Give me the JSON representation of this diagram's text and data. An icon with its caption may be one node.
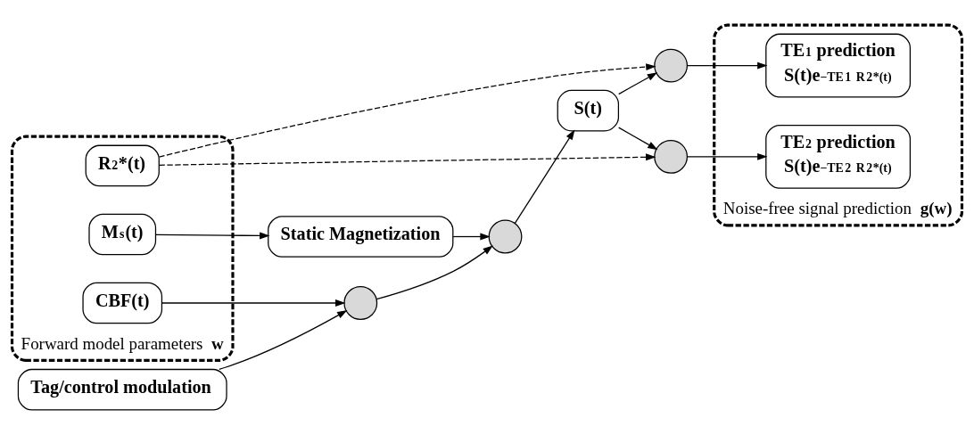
{
  "diagram": {
    "nodes": [
      {
        "text": [
          "Forward model parameters **w**"
        ]
      },
      {
        "text": [
          "R$_{2}$*(t)"
        ],
        "in": 0
      },
      {
        "text": [
          "M$_{s}$(t)"
        ],
        "in": 0
      },
      {
        "text": [
          "CBF(t)"
        ],
        "in": 0
      },
      {
        "text": [
          "Static Magnetization"
        ]
      },
      {
        "text": [],
        "shape": "circle"
      },
      {
        "text": [
          "S(t)"
        ]
      },
      {
        "text": [],
        "shape": "circle"
      },
      {
        "text": [
          "Tag/control modulation"
        ]
      },
      {
        "text": [],
        "shape": "circle"
      },
      {
        "text": [],
        "shape": "circle"
      },
      {
        "text": [
          "Noise-free signal prediction **g(w)**"
        ]
      },
      {
        "text": [
          "TE$_{1}$ prediction",
          "S(t)e$^{−TE}$$_{1}$ $^{R}$$_{2}$$^{*(t)}$"
        ],
        "in": 11
      },
      {
        "text": [
          "TE$_{2}$ prediction",
          "S(t)e$^{−TE}$$_{2}$ $^{R}$$_{2}$$^{*(t)}$"
        ],
        "in": 11
      }
    ],
    "edges": [
      {
        "from": 2,
        "to": 4,
        "arrow": "to"
      },
      {
        "from": 4,
        "to": 5,
        "arrow": "to"
      },
      {
        "from": 3,
        "to": 7,
        "arrow": "to"
      },
      {
        "from": 8,
        "to": 7,
        "arrow": "to"
      },
      {
        "from": 7,
        "to": 5,
        "arrow": "to"
      },
      {
        "from": 5,
        "to": 6,
        "arrow": "to"
      },
      {
        "from": 6,
        "to": 9,
        "arrow": "to"
      },
      {
        "from": 6,
        "to": 10,
        "arrow": "to"
      },
      {
        "from": 1,
        "to": 9,
        "arrow": "to",
        "style": "dashed"
      },
      {
        "from": 1,
        "to": 10,
        "arrow": "to",
        "style": "dashed"
      },
      {
        "from": 9,
        "to": 12,
        "arrow": "to"
      },
      {
        "from": 10,
        "to": 13,
        "arrow": "to"
      }
    ]
  }
}
